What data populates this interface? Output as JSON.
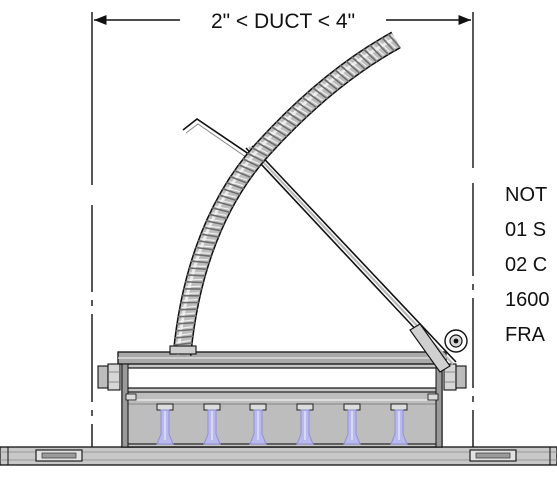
{
  "dimension": {
    "label": "2\" < DUCT < 4\""
  },
  "notes": {
    "lines": [
      "NOT",
      "01 S",
      "02 C",
      "1600",
      "FRA"
    ]
  },
  "colors": {
    "line": "#111111",
    "steel_light": "#dcdcdc",
    "steel_mid": "#b4b4b4",
    "steel_dark": "#7a7a7a",
    "blade": "#b9b9ee",
    "blade_dark": "#8e8ed8",
    "conduit_light": "#d2d2d2",
    "conduit_dark": "#6e6e6e"
  }
}
